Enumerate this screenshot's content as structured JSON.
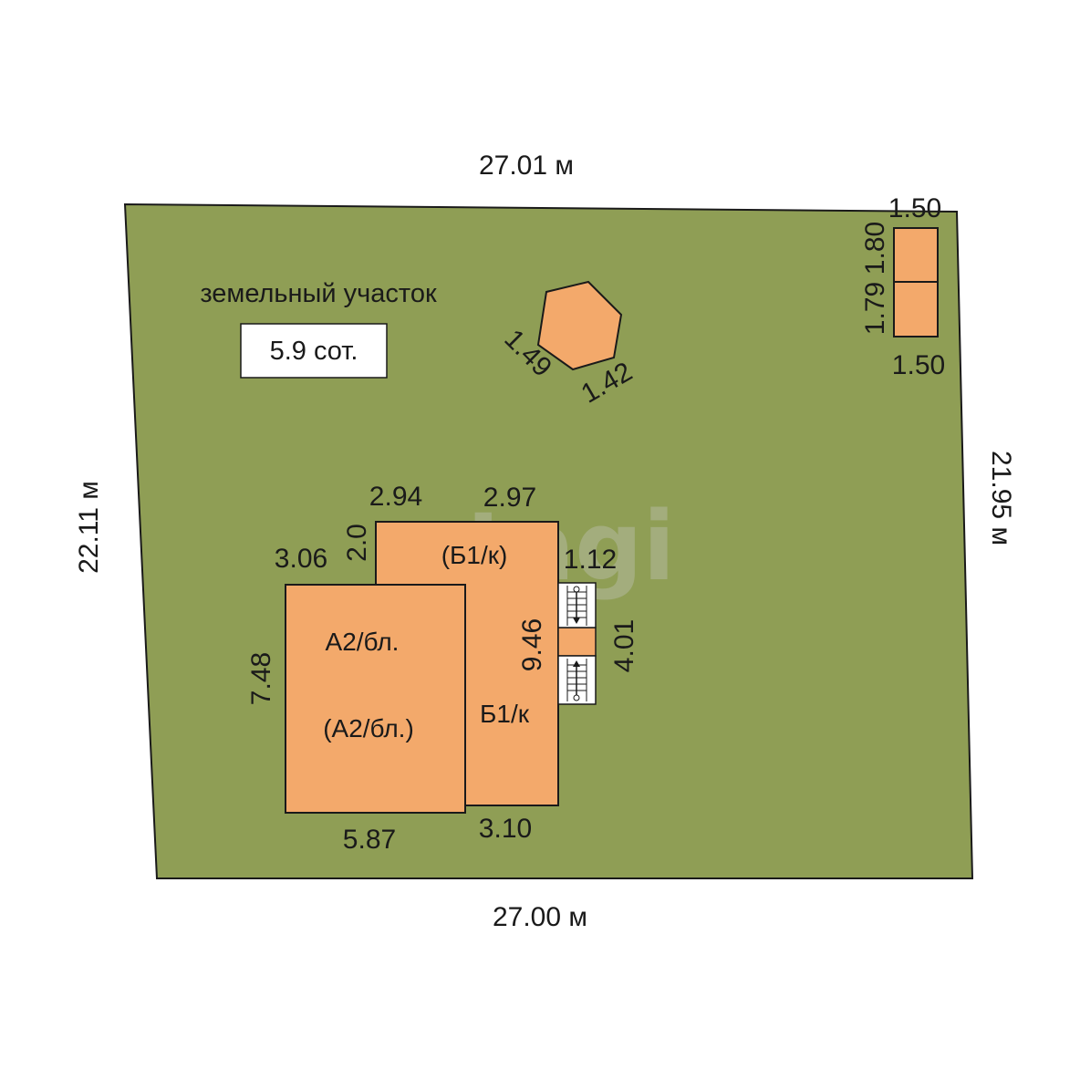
{
  "plot": {
    "title": "земельный участок",
    "area": "5.9 сот.",
    "top": "27.01 м",
    "bottom": "27.00 м",
    "left": "22.11 м",
    "right": "21.95 м"
  },
  "gazebo": {
    "side1": "1.49",
    "side2": "1.42"
  },
  "sheds": {
    "top_width": "1.50",
    "bottom_width": "1.50",
    "upper_height": "1.80",
    "lower_height": "1.79"
  },
  "building": {
    "a2_top": "3.06",
    "a2_left": "7.48",
    "a2_bottom": "5.87",
    "b1_top_left": "2.94",
    "b1_top_right": "2.97",
    "b1_left_small": "2.0",
    "b1_bottom": "3.10",
    "b1_height": "9.46",
    "porch_width": "1.12",
    "porch_length": "4.01",
    "label_a2": "А2/бл.",
    "label_a2_paren": "(А2/бл.)",
    "label_b1": "Б1/к",
    "label_b1_paren": "(Б1/к)"
  },
  "watermark": "etagi",
  "colors": {
    "plot": "#8f9e55",
    "building": "#f3a96b",
    "outline": "#1a1a1a",
    "label_box": "#ffffff",
    "watermark": "#c9c9c9"
  }
}
